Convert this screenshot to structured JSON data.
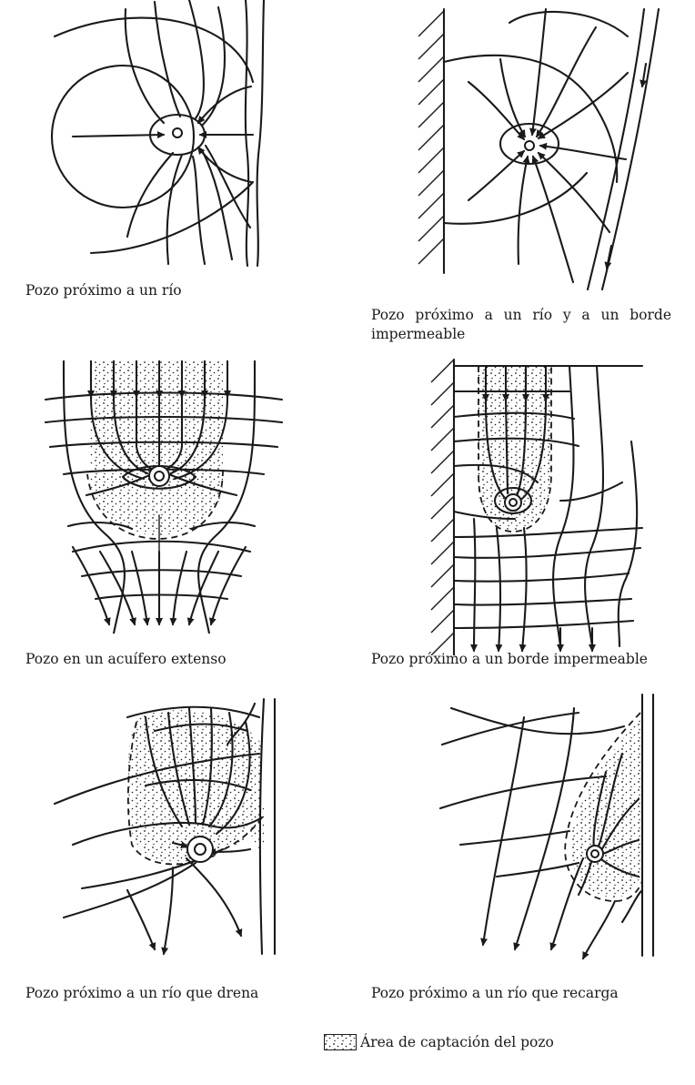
{
  "captions": {
    "p1": "Pozo próximo a un río",
    "p2_line1": "Pozo próximo a un río y a un borde",
    "p2_line2": "impermeable",
    "p3": "Pozo en un acuífero extenso",
    "p4": "Pozo próximo a un borde impermeable",
    "p5": "Pozo próximo a un río que drena",
    "p6": "Pozo próximo a un río que recarga"
  },
  "legend": {
    "label": "Área de captación del pozo",
    "swatch_icon": "stipple-square-icon"
  },
  "colors": {
    "ink": "#1a1a1a",
    "paper": "#ffffff"
  }
}
